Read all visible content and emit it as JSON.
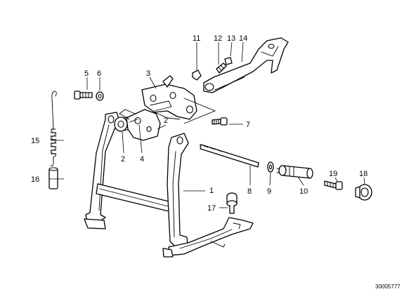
{
  "callouts": [
    {
      "id": "c1",
      "text": "1"
    },
    {
      "id": "c2a",
      "text": "2"
    },
    {
      "id": "c2b",
      "text": "2"
    },
    {
      "id": "c3",
      "text": "3"
    },
    {
      "id": "c4",
      "text": "4"
    },
    {
      "id": "c5",
      "text": "5"
    },
    {
      "id": "c6",
      "text": "6"
    },
    {
      "id": "c7",
      "text": "7"
    },
    {
      "id": "c8",
      "text": "8"
    },
    {
      "id": "c9",
      "text": "9"
    },
    {
      "id": "c10",
      "text": "10"
    },
    {
      "id": "c11",
      "text": "11"
    },
    {
      "id": "c12",
      "text": "12"
    },
    {
      "id": "c13",
      "text": "13"
    },
    {
      "id": "c14",
      "text": "14"
    },
    {
      "id": "c15",
      "text": "15"
    },
    {
      "id": "c16",
      "text": "16"
    },
    {
      "id": "c17",
      "text": "17"
    },
    {
      "id": "c18",
      "text": "18"
    },
    {
      "id": "c19",
      "text": "19"
    }
  ],
  "drawing_number": "30005777"
}
